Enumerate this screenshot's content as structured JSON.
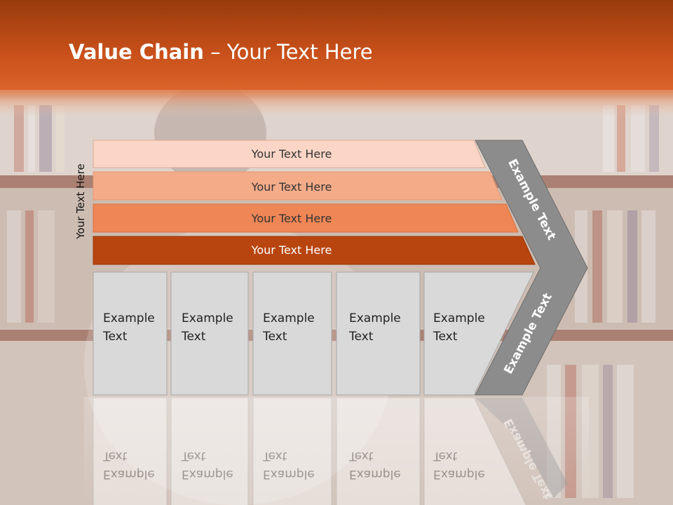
{
  "slide": {
    "title_bold": "Value Chain",
    "title_rest": " – Your Text Here",
    "side_label": "Your Text Here"
  },
  "bars": [
    {
      "label": "Your Text Here",
      "color": "#fbd6c6",
      "text_color": "#333333"
    },
    {
      "label": "Your Text Here",
      "color": "#f4ab88",
      "text_color": "#333333"
    },
    {
      "label": "Your Text Here",
      "color": "#ef8655",
      "text_color": "#333333"
    },
    {
      "label": "Your Text Here",
      "color": "#b8450f",
      "text_color": "#ffffff"
    }
  ],
  "cards": [
    {
      "line1": "Example",
      "line2": "Text"
    },
    {
      "line1": "Example",
      "line2": "Text"
    },
    {
      "line1": "Example",
      "line2": "Text"
    },
    {
      "line1": "Example",
      "line2": "Text"
    },
    {
      "line1": "Example",
      "line2": "Text"
    }
  ],
  "chevron": {
    "upper_label": "Example Text",
    "lower_label": "Example Text",
    "color": "#8c8c8c"
  },
  "theme": {
    "header_top": "#a83c0a",
    "header_bottom": "#d45a18"
  }
}
